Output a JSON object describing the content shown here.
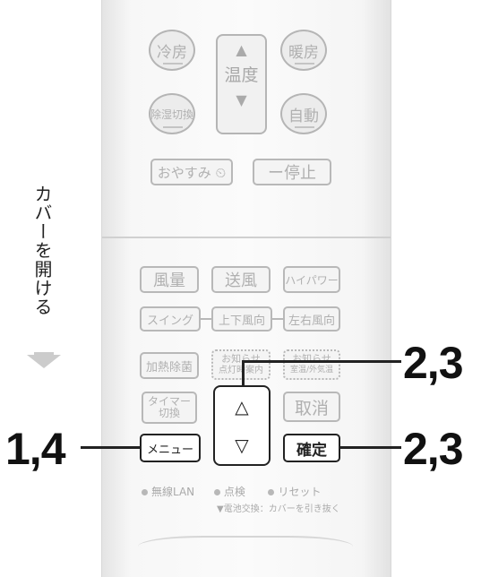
{
  "remote": {
    "top_buttons": {
      "cool": "冷房",
      "heat": "暖房",
      "dehumid": "除湿切換",
      "auto": "自動",
      "temp_up_icon": "▲",
      "temp_label": "温度",
      "temp_down_icon": "▼",
      "sleep": "おやすみ ⏲",
      "stop": "ー停止"
    },
    "inner": {
      "fan_volume": "風量",
      "fan_direction": "送風",
      "high_power": "ハイパワー",
      "swing": "スイング",
      "updown": "上下風向",
      "leftright": "左右風向",
      "heat_dehumid": "加熱除菌",
      "notice_lamp_line1": "お知らせ",
      "notice_lamp_line2": "点灯時案内",
      "notice_room_line1": "お知らせ",
      "notice_room_line2": "室温/外気温",
      "timer_line1": "タイマー",
      "timer_line2": "切換",
      "up_arrow": "△",
      "down_arrow": "▽",
      "cancel": "取消",
      "menu": "メニュー",
      "confirm": "確定",
      "wireless_lan": "無線LAN",
      "inspect": "点検",
      "reset": "リセット",
      "battery_note": "▼電池交換：カバーを引き抜く"
    }
  },
  "side_label": "カバーを開ける",
  "callouts": {
    "left": "1,4",
    "up": "2,3",
    "confirm": "2,3"
  },
  "colors": {
    "highlight": "#222222",
    "inactive": "#b0b0b0"
  }
}
